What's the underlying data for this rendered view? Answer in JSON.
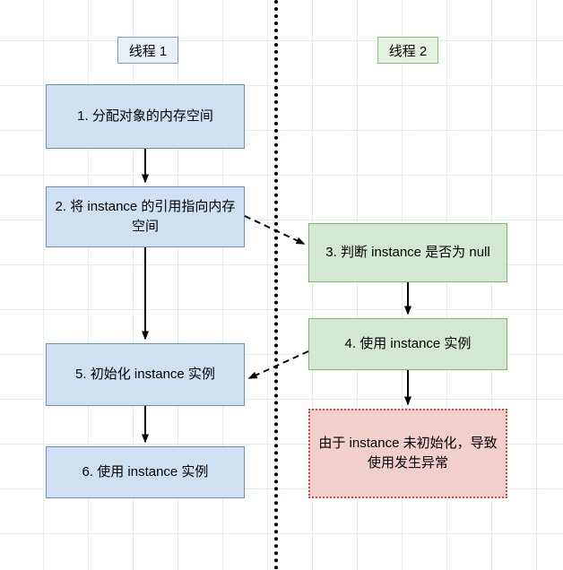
{
  "diagram": {
    "lanes": [
      {
        "id": "lane-1",
        "label": "线程 1",
        "color": "#cfe0f3"
      },
      {
        "id": "lane-2",
        "label": "线程 2",
        "color": "#d5e8d4"
      }
    ],
    "nodes": [
      {
        "id": "node-1",
        "label": "1. 分配对象的内存空间",
        "lane": "lane-1",
        "style": "blue"
      },
      {
        "id": "node-2",
        "label": "2. 将 instance 的引用指向内存空间",
        "lane": "lane-1",
        "style": "blue"
      },
      {
        "id": "node-5",
        "label": "5. 初始化 instance 实例",
        "lane": "lane-1",
        "style": "blue"
      },
      {
        "id": "node-6",
        "label": "6. 使用 instance 实例",
        "lane": "lane-1",
        "style": "blue"
      },
      {
        "id": "node-3",
        "label": "3. 判断 instance 是否为 null",
        "lane": "lane-2",
        "style": "green"
      },
      {
        "id": "node-4",
        "label": "4. 使用 instance 实例",
        "lane": "lane-2",
        "style": "green"
      },
      {
        "id": "node-7",
        "label": "由于 instance 未初始化，导致使用发生异常",
        "lane": "lane-2",
        "style": "red"
      }
    ],
    "edges": [
      {
        "from": "node-1",
        "to": "node-2",
        "style": "solid"
      },
      {
        "from": "node-2",
        "to": "node-5",
        "style": "solid"
      },
      {
        "from": "node-5",
        "to": "node-6",
        "style": "solid"
      },
      {
        "from": "node-2",
        "to": "node-3",
        "style": "dashed"
      },
      {
        "from": "node-3",
        "to": "node-4",
        "style": "solid"
      },
      {
        "from": "node-4",
        "to": "node-5",
        "style": "dashed"
      },
      {
        "from": "node-4",
        "to": "node-7",
        "style": "solid"
      }
    ],
    "colors": {
      "blue_fill": "#cfe0f3",
      "blue_stroke": "#6c8ebf",
      "green_fill": "#d5e8d4",
      "green_stroke": "#82b366",
      "red_fill": "#f2cecd",
      "red_stroke": "#b85450",
      "grid": "#e3eef0",
      "arrow": "#000000"
    }
  }
}
